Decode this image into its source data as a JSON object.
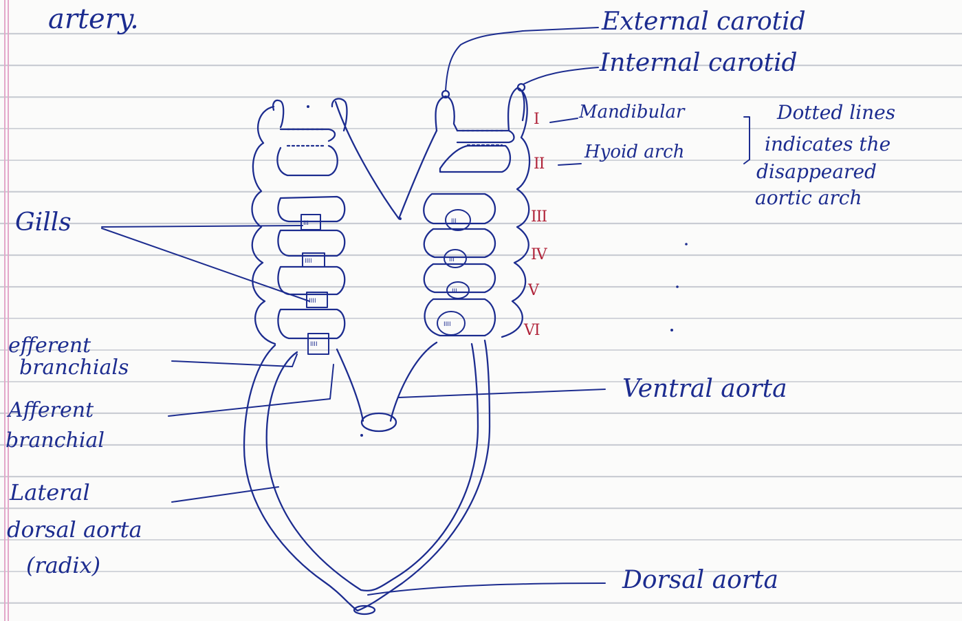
{
  "header_text": "artery.",
  "labels": {
    "external_carotid": "External carotid",
    "internal_carotid": "Internal carotid",
    "mandibular": "Mandibular",
    "hyoid_arch": "Hyoid arch",
    "dotted_note_1": "Dotted lines",
    "dotted_note_2": "indicates the",
    "dotted_note_3": "disappeared",
    "dotted_note_4": "aortic arch",
    "gills": "Gills",
    "efferent_1": "efferent",
    "efferent_2": "branchials",
    "afferent_1": "Afferent",
    "afferent_2": "branchial",
    "lateral_1": "Lateral",
    "lateral_2": "dorsal aorta",
    "lateral_3": "(radix)",
    "ventral_aorta": "Ventral aorta",
    "dorsal_aorta": "Dorsal aorta"
  },
  "arch_numerals": [
    "I",
    "II",
    "III",
    "IV",
    "V",
    "VI"
  ],
  "gill_marks": [
    "III",
    "IIII",
    "IIII",
    "IIII",
    "III",
    "III",
    "III",
    "IIII"
  ],
  "colors": {
    "ink": "#1c2c8f",
    "numerals": "#b0243a",
    "ruling": "#c9ccd3",
    "margin": "#e3a7c9"
  }
}
